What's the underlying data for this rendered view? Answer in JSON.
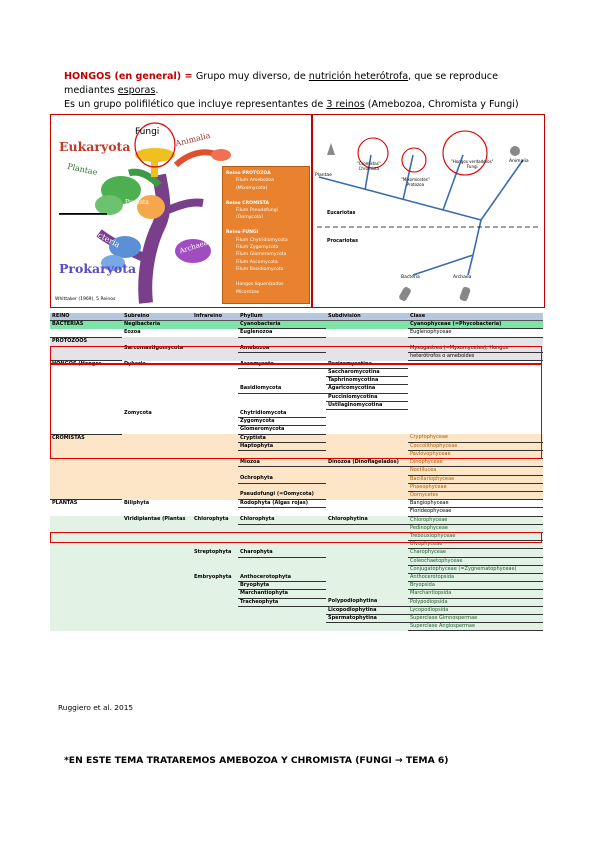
{
  "intro": {
    "title": "HONGOS (en general)",
    "eq": " = ",
    "line1_a": "Grupo muy diverso, de ",
    "line1_u": "nutrición heterótrofa",
    "line1_b": ", que se reproduce",
    "line2_a": "mediantes ",
    "line2_u": "esporas",
    "line2_b": ".",
    "line3_a": "Es un grupo polifilético que incluye representantes de ",
    "line3_u": "3 reinos",
    "line3_b": " (Amebozoa, Chromista y Fungi)"
  },
  "tree": {
    "eukaryota": "Eukaryota",
    "prokaryota": "Prokaryota",
    "fungi": "Fungi",
    "animalia": "Animalia",
    "plantae": "Plantae",
    "protista": "Protista",
    "bacteria": "Bacteria",
    "archaea": "Archaea",
    "credit": "Whittaker (1969), 5 Reinos",
    "credit2": "Ruggiero et al. 2015"
  },
  "orange_box": {
    "lines": [
      {
        "t": "Reino PROTOZOA",
        "h": true
      },
      {
        "t": "Filum Amebozoa (Mixomycota)",
        "h": false
      },
      {
        "t": "",
        "h": false
      },
      {
        "t": "Reino CROMISTA",
        "h": true
      },
      {
        "t": "Filum Pseudofungi (Oomycota)",
        "h": false
      },
      {
        "t": "",
        "h": false
      },
      {
        "t": "Reino FUNGI",
        "h": true
      },
      {
        "t": "Filum Chytridiomycota",
        "h": false
      },
      {
        "t": "Filum Zygomycota",
        "h": false
      },
      {
        "t": "Filum Glomeromycota",
        "h": false
      },
      {
        "t": "Filum Ascomycota",
        "h": false
      },
      {
        "t": "Filum Basidiomycota",
        "h": false
      },
      {
        "t": "",
        "h": false
      },
      {
        "t": "Hongos liquenizados",
        "h": false
      },
      {
        "t": "Micorrizas",
        "h": false
      }
    ]
  },
  "phylo": {
    "plantae": "Plantae",
    "cromistas": "\"Cromistas\"",
    "chromista": "Chromista",
    "mixomicetes": "\"Mixomicetes\"",
    "protozoa": "Protozoa",
    "hongos_verdaderos": "\"Hongos verdaderos\"",
    "fungi": "Fungi",
    "animalia": "Animalia",
    "eucariotas": "Eucariotas",
    "procariotas": "Procariotas",
    "bacteria": "Bacteria",
    "archaea": "Archaea"
  },
  "table": {
    "headers": [
      "REINO",
      "Subreino",
      "Infrareino",
      "Phyllum",
      "Subdivisión",
      "Clase"
    ],
    "rows": [
      {
        "bg": "#7fe3a8",
        "c": [
          "BACTERIAS",
          "Negibacteria",
          "",
          "Cyanobacteria",
          "",
          "Cyanophyceae (=Phycobacteria)"
        ],
        "bold0": true
      },
      {
        "bg": "#ffffff",
        "c": [
          "",
          "Eozoa",
          "",
          "Euglenozoa",
          "",
          "Euglenophyceae"
        ]
      },
      {
        "bg": "#e3e3e8",
        "c": [
          "PROTOZOOS",
          "",
          "",
          "",
          "",
          ""
        ],
        "bold0": true
      },
      {
        "bg": "#e3e3e8",
        "c": [
          "",
          "Sarcomastigomycota",
          "",
          "Amebozoa",
          "",
          "Myxogastrea (=Myxomycetes), Hongos"
        ]
      },
      {
        "bg": "#e3e3e8",
        "c": [
          "",
          "",
          "",
          "",
          "",
          "heterótrofos o ameboides"
        ]
      },
      {
        "bg": "#ffffff",
        "c": [
          "HONGOS (Hongos",
          "Dykaria",
          "",
          "Ascomycota",
          "Pezizomycotina",
          ""
        ],
        "bold0": true
      },
      {
        "bg": "#ffffff",
        "c": [
          "",
          "",
          "",
          "",
          "Saccharomycotina",
          ""
        ]
      },
      {
        "bg": "#ffffff",
        "c": [
          "",
          "",
          "",
          "",
          "Taphrinomycotina",
          ""
        ]
      },
      {
        "bg": "#ffffff",
        "c": [
          "",
          "",
          "",
          "Basidiomycota",
          "Agaricomycotina",
          ""
        ]
      },
      {
        "bg": "#ffffff",
        "c": [
          "",
          "",
          "",
          "",
          "Pucciniomycotina",
          ""
        ]
      },
      {
        "bg": "#ffffff",
        "c": [
          "",
          "",
          "",
          "",
          "Ustilaginomycotina",
          ""
        ]
      },
      {
        "bg": "#ffffff",
        "c": [
          "",
          "",
          "",
          "",
          "",
          ""
        ]
      },
      {
        "bg": "#ffffff",
        "c": [
          "",
          "Zomycota",
          "",
          "Chytridiomycota",
          "",
          ""
        ]
      },
      {
        "bg": "#ffffff",
        "c": [
          "",
          "",
          "",
          "Zygomycota",
          "",
          ""
        ]
      },
      {
        "bg": "#ffffff",
        "c": [
          "",
          "",
          "",
          "Glomeromycota",
          "",
          ""
        ]
      },
      {
        "bg": "#fde6c8",
        "c": [
          "CROMISTAS",
          "",
          "",
          "Cryptista",
          "",
          "Cryptophyceae"
        ],
        "bold0": true
      },
      {
        "bg": "#fde6c8",
        "c": [
          "",
          "",
          "",
          "Haptophyta",
          "",
          "Coccolithophyceae"
        ]
      },
      {
        "bg": "#fde6c8",
        "c": [
          "",
          "",
          "",
          "",
          "",
          "Pavlovophyceae"
        ]
      },
      {
        "bg": "#fde6c8",
        "c": [
          "",
          "",
          "",
          "Miozoa",
          "Dinozoa (Dinoflagelados)",
          "Dinophyceae"
        ]
      },
      {
        "bg": "#fde6c8",
        "c": [
          "",
          "",
          "",
          "",
          "",
          "Noctilucea"
        ]
      },
      {
        "bg": "#fde6c8",
        "c": [
          "",
          "",
          "",
          "Ochrophyta",
          "",
          "Bacillariophyceae"
        ]
      },
      {
        "bg": "#fde6c8",
        "c": [
          "",
          "",
          "",
          "",
          "",
          "Phaeophyceae"
        ]
      },
      {
        "bg": "#fde6c8",
        "c": [
          "",
          "",
          "",
          "Pseudofungi (=Oomycota)",
          "",
          "Oomycetes"
        ]
      },
      {
        "bg": "#ffffff",
        "c": [
          "PLANTAS",
          "Biliphyta",
          "",
          "Rodophyta (Algas rojas)",
          "",
          "Bangiophyceae"
        ],
        "bold0": true
      },
      {
        "bg": "#ffffff",
        "c": [
          "",
          "",
          "",
          "",
          "",
          "Florideophyceae"
        ]
      },
      {
        "bg": "#e2f2e4",
        "c": [
          "",
          "Viridiplantae (Plantas",
          "Chlorophyta",
          "Chlorophyta",
          "Chlorophytina",
          "Chlorophyceae"
        ]
      },
      {
        "bg": "#e2f2e4",
        "c": [
          "",
          "",
          "",
          "",
          "",
          "Pedinophyceae"
        ]
      },
      {
        "bg": "#e2f2e4",
        "c": [
          "",
          "",
          "",
          "",
          "",
          "Trebouxiophyceae"
        ]
      },
      {
        "bg": "#e2f2e4",
        "c": [
          "",
          "",
          "",
          "",
          "",
          "Ulvophyceae"
        ]
      },
      {
        "bg": "#e2f2e4",
        "c": [
          "",
          "",
          "Streptophyta",
          "Charophyta",
          "",
          "Charophyceae"
        ]
      },
      {
        "bg": "#e2f2e4",
        "c": [
          "",
          "",
          "",
          "",
          "",
          "Coleochaetophyceae"
        ]
      },
      {
        "bg": "#e2f2e4",
        "c": [
          "",
          "",
          "",
          "",
          "",
          "Conjugatophyceae (=Zygnematophyceae)"
        ]
      },
      {
        "bg": "#e2f2e4",
        "c": [
          "",
          "",
          "Embryophyta",
          "Anthocerotophyta",
          "",
          "Anthocerotopsida"
        ]
      },
      {
        "bg": "#e2f2e4",
        "c": [
          "",
          "",
          "",
          "Bryophyta",
          "",
          "Bryopsida"
        ]
      },
      {
        "bg": "#e2f2e4",
        "c": [
          "",
          "",
          "",
          "Marchantiophyta",
          "",
          "Marchantiopsida"
        ]
      },
      {
        "bg": "#e2f2e4",
        "c": [
          "",
          "",
          "",
          "Tracheophyta",
          "Polypodiophytina",
          "Polypodiopsida"
        ]
      },
      {
        "bg": "#e2f2e4",
        "c": [
          "",
          "",
          "",
          "",
          "Licopodiophytina",
          "Lycopodiopsida"
        ]
      },
      {
        "bg": "#e2f2e4",
        "c": [
          "",
          "",
          "",
          "",
          "Spermatophytina",
          "Superclase Gimnospermae"
        ]
      },
      {
        "bg": "#e2f2e4",
        "c": [
          "",
          "",
          "",
          "",
          "",
          "Superclase Angiospermae"
        ]
      }
    ]
  },
  "footer": "*EN ESTE TEMA TRATAREMOS AMEBOZOA Y CHROMISTA (FUNGI → TEMA 6)"
}
